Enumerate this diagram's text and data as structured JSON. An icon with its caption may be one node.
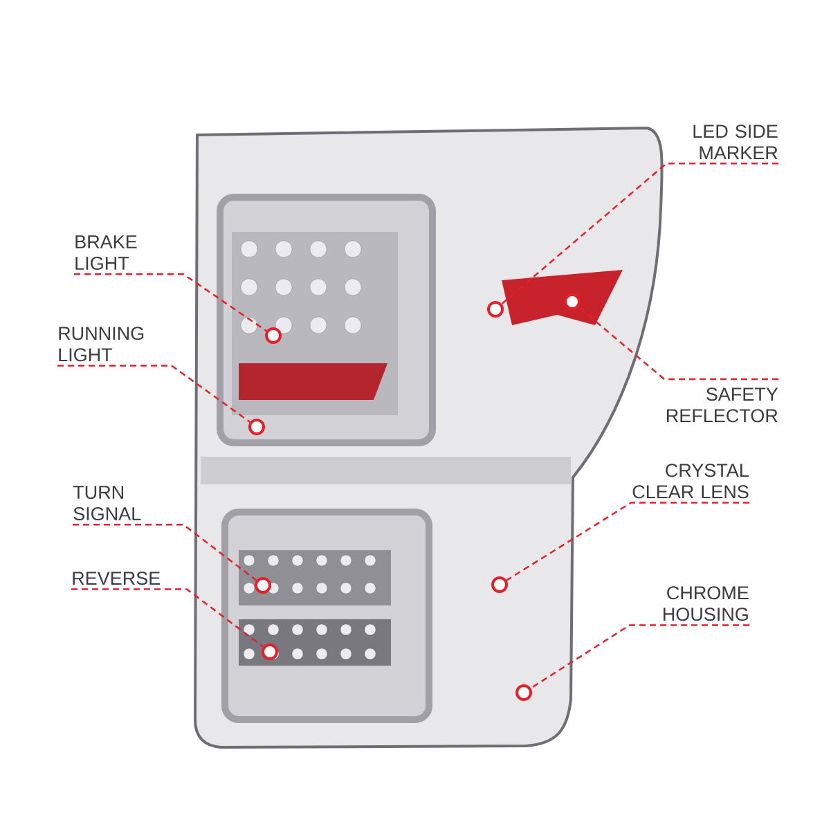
{
  "diagram": {
    "nodes": [
      {
        "text": [
          "BRAKE LIGHT"
        ]
      },
      {
        "text": [
          "RUNNING LIGHT"
        ]
      },
      {
        "text": [
          "TURN SIGNAL"
        ]
      },
      {
        "text": [
          "REVERSE"
        ]
      },
      {
        "text": [
          "LED SIDE MARKER"
        ]
      },
      {
        "text": [
          "SAFETY REFLECTOR"
        ]
      },
      {
        "text": [
          "CRYSTAL CLEAR LENS"
        ]
      },
      {
        "text": [
          "CHROME HOUSING"
        ]
      },
      {
        "text": [],
        "shape": "circle"
      },
      {
        "text": [],
        "shape": "circle"
      },
      {
        "text": [],
        "shape": "circle"
      },
      {
        "text": [],
        "shape": "circle"
      },
      {
        "text": [],
        "shape": "circle"
      },
      {
        "text": [],
        "shape": "circle"
      },
      {
        "text": [],
        "shape": "circle"
      },
      {
        "text": [],
        "shape": "circle"
      }
    ],
    "edges": [
      {
        "from": 0,
        "to": 8,
        "arrow": "none",
        "style": "dashed",
        "color": "#e4202a"
      },
      {
        "from": 1,
        "to": 9,
        "arrow": "none",
        "style": "dashed",
        "color": "#e4202a"
      },
      {
        "from": 2,
        "to": 10,
        "arrow": "none",
        "style": "dashed",
        "color": "#e4202a"
      },
      {
        "from": 3,
        "to": 11,
        "arrow": "none",
        "style": "dashed",
        "color": "#e4202a"
      },
      {
        "from": 4,
        "to": 12,
        "arrow": "none",
        "style": "dashed",
        "color": "#e4202a"
      },
      {
        "from": 5,
        "to": 13,
        "arrow": "none",
        "style": "dashed",
        "color": "#e4202a"
      },
      {
        "from": 6,
        "to": 14,
        "arrow": "none",
        "style": "dashed",
        "color": "#e4202a"
      },
      {
        "from": 7,
        "to": 15,
        "arrow": "none",
        "style": "dashed",
        "color": "#e4202a"
      }
    ]
  }
}
